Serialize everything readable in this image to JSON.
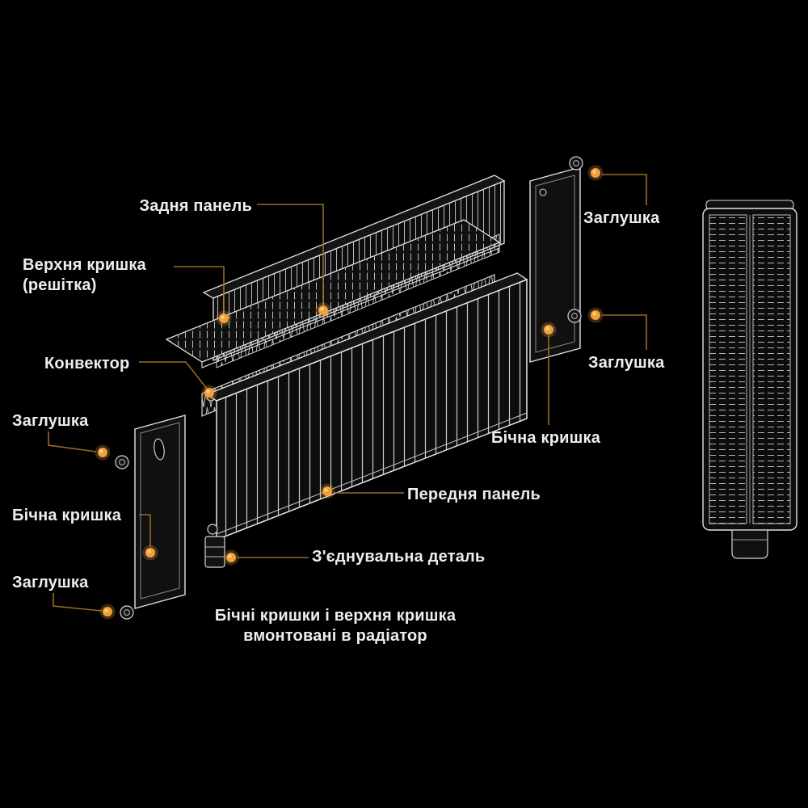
{
  "diagram": {
    "subject": "exploded-view-of-steel-panel-radiator",
    "language": "uk"
  },
  "labels": {
    "back_panel": "Задня панель",
    "top_cover": "Верхня кришка\n(решітка)",
    "convector": "Конвектор",
    "plug_left_top": "Заглушка",
    "side_cover_left": "Бічна кришка",
    "plug_left_bottom": "Заглушка",
    "plug_right_top": "Заглушка",
    "plug_right_mid": "Заглушка",
    "side_cover_right": "Бічна кришка",
    "front_panel": "Передня панель",
    "connector": "З'єднувальна деталь",
    "note": "Бічні кришки і верхня кришка\nвмонтовані в радіатор"
  },
  "colors": {
    "background": "#000000",
    "line_art": "#e6e6e6",
    "label_text": "#ededed",
    "leader_line": "#9a6a26",
    "marker_dot": "#f0a03c"
  }
}
